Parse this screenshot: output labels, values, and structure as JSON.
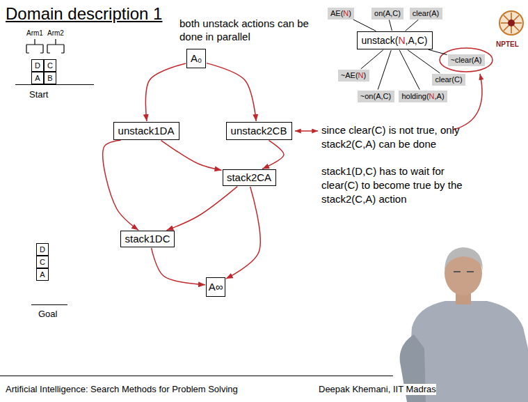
{
  "diagram": {
    "title": "Domain description 1",
    "nodes": [
      {
        "text": [
          "D"
        ]
      },
      {
        "text": [
          "C"
        ]
      },
      {
        "text": [
          "A"
        ]
      },
      {
        "text": [
          "B"
        ]
      },
      {
        "text": [
          "A₀"
        ]
      },
      {
        "text": [
          "AE(N)"
        ]
      },
      {
        "text": [
          "on(A,C)"
        ]
      },
      {
        "text": [
          "clear(A)"
        ]
      },
      {
        "text": [
          "unstack(N,A,C)"
        ]
      },
      {
        "text": [
          "~clear(A)"
        ]
      },
      {
        "text": [
          "~AE(N)"
        ]
      },
      {
        "text": [
          "clear(C)"
        ]
      },
      {
        "text": [
          "~on(A,C)"
        ]
      },
      {
        "text": [
          "holding(N,A)"
        ]
      },
      {
        "text": [
          "unstack1DA"
        ]
      },
      {
        "text": [
          "unstack2CB"
        ]
      },
      {
        "text": [
          "stack2CA"
        ]
      },
      {
        "text": [
          "stack1DC"
        ]
      },
      {
        "text": [
          "D"
        ]
      },
      {
        "text": [
          "C"
        ]
      },
      {
        "text": [
          "A"
        ]
      },
      {
        "text": [
          "A∞"
        ]
      }
    ],
    "edges": [
      {
        "from": 5,
        "to": 8,
        "arrow": "none"
      },
      {
        "from": 6,
        "to": 8,
        "arrow": "none"
      },
      {
        "from": 7,
        "to": 8,
        "arrow": "none"
      },
      {
        "from": 8,
        "to": 9,
        "arrow": "none"
      },
      {
        "from": 8,
        "to": 10,
        "arrow": "none"
      },
      {
        "from": 8,
        "to": 11,
        "arrow": "none"
      },
      {
        "from": 8,
        "to": 12,
        "arrow": "none"
      },
      {
        "from": 8,
        "to": 13,
        "arrow": "none"
      },
      {
        "from": 4,
        "to": 14,
        "arrow": "to"
      },
      {
        "from": 4,
        "to": 15,
        "arrow": "to"
      },
      {
        "from": 14,
        "to": 16,
        "arrow": "to"
      },
      {
        "from": 14,
        "to": 17,
        "arrow": "to"
      },
      {
        "from": 15,
        "to": 16,
        "arrow": "to"
      },
      {
        "from": 16,
        "to": 17,
        "arrow": "to"
      },
      {
        "from": 16,
        "to": 21,
        "arrow": "to"
      },
      {
        "from": 17,
        "to": 21,
        "arrow": "to"
      }
    ],
    "labels": [
      "both unstack actions can be done in parallel",
      "Arm1",
      "Arm2",
      "Start",
      "since clear(C) is not true, only stack2(C,A) can be done",
      "stack1(D,C) has to wait for clear(C) to become true by the stack2(C,A) action",
      "Goal",
      "NPTEL",
      "Artificial Intelligence: Search Methods for Problem Solving",
      "Deepak Khemani, IIT Madras"
    ]
  }
}
